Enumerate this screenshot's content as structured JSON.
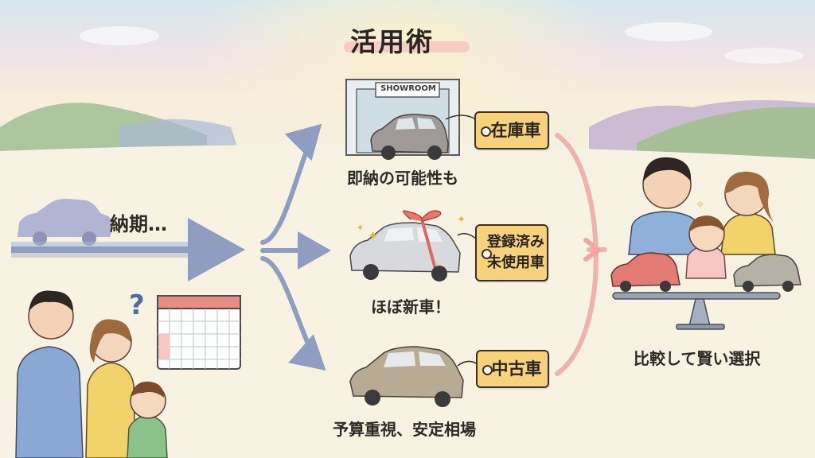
{
  "title": "活用術",
  "showroom_sign": "SHOWROOM",
  "left_caption": "納期…",
  "options": [
    {
      "tag": "在庫車",
      "caption": "即納の可能性も"
    },
    {
      "tag_line1": "登録済み",
      "tag_line2": "未使用車",
      "caption": "ほぼ新車！"
    },
    {
      "tag": "中古車",
      "caption": "予算重視、安定相場"
    }
  ],
  "right_caption": "比較して賢い選択",
  "colors": {
    "arrow_blue": "#8e9dc0",
    "arrow_pink": "#f0a7a0",
    "tag_yellow": "#f6d27c",
    "title_highlight": "#f7c6c0"
  }
}
